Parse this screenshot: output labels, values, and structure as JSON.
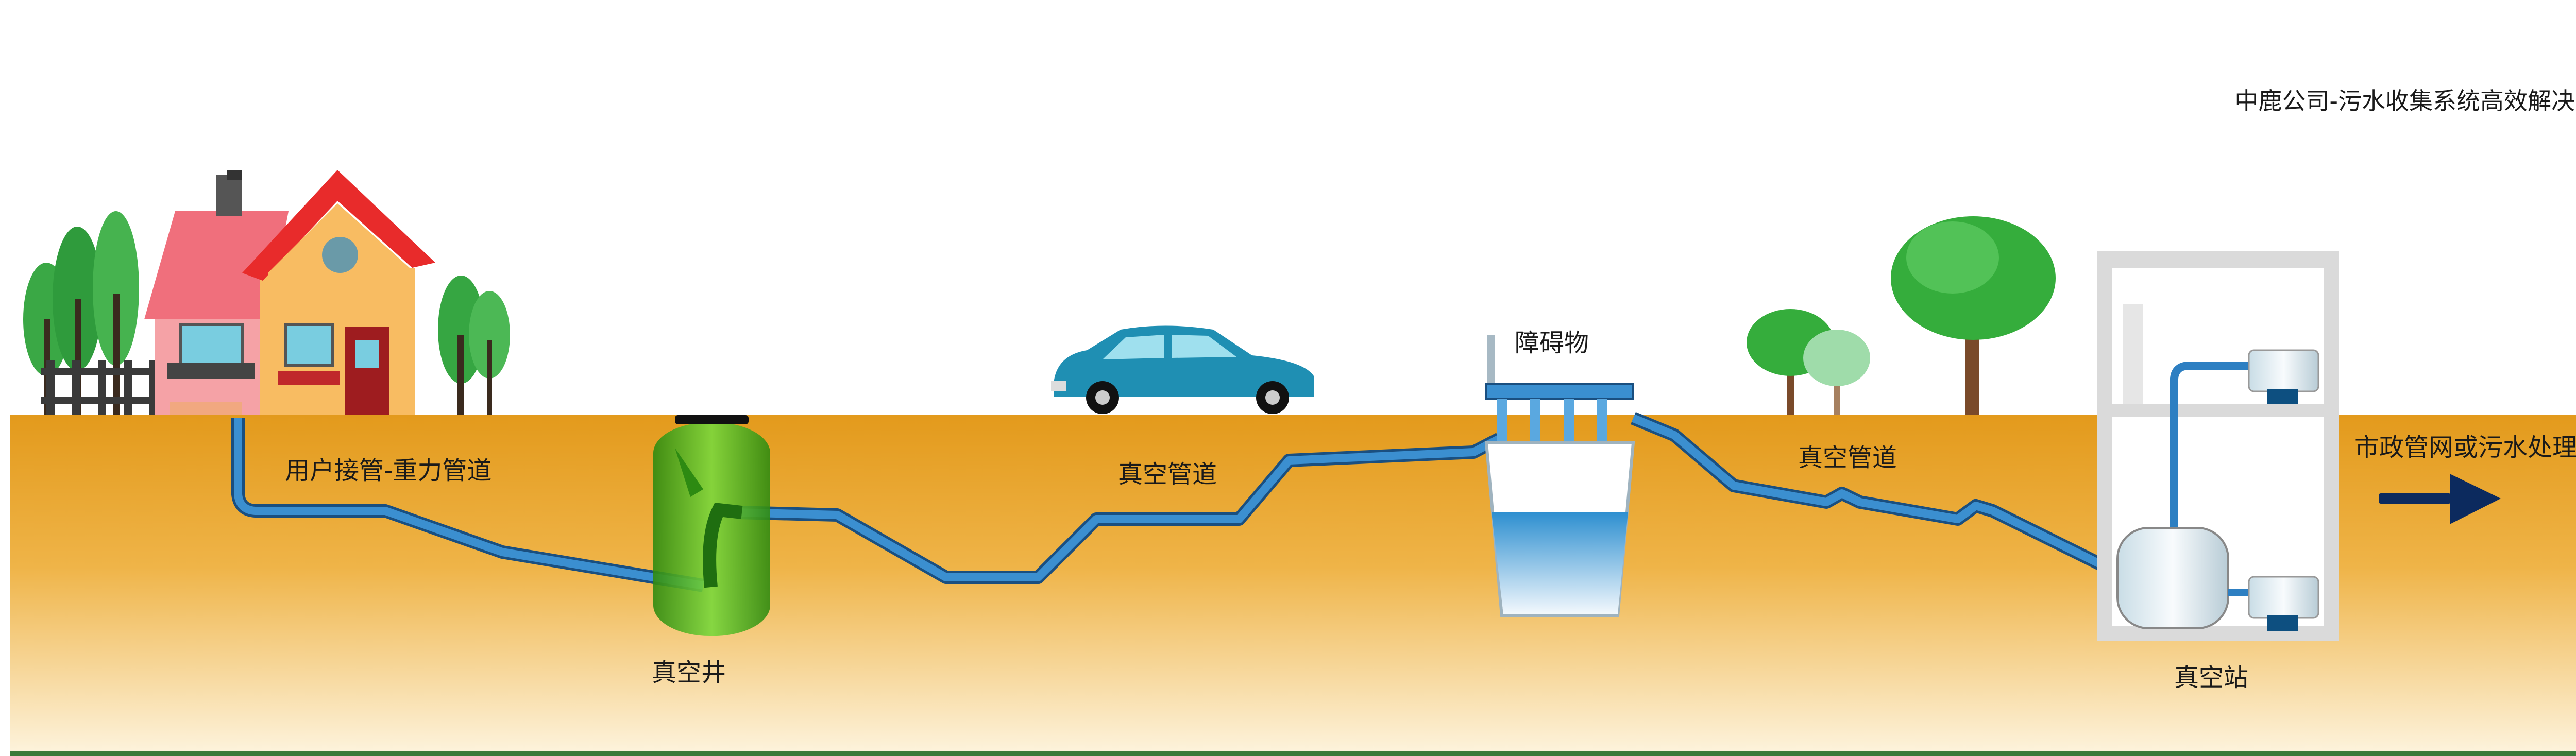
{
  "title": "中鹿公司-污水收集系统高效解决方案",
  "labels": {
    "house_pipe": "用户接管-重力管道",
    "vacuum_well": "真空井",
    "vacuum_pipe_1": "真空管道",
    "obstacle": "障碍物",
    "vacuum_pipe_2": "真空管道",
    "vacuum_station": "真空站",
    "destination": "市政管网或污水处理厂"
  },
  "colors": {
    "ground_top": "#e39a1c",
    "ground_bottom": "#fdf3dc",
    "pipe": "#3b8fd0",
    "arrow": "#0c2a5e",
    "well": "#5cc42a"
  }
}
